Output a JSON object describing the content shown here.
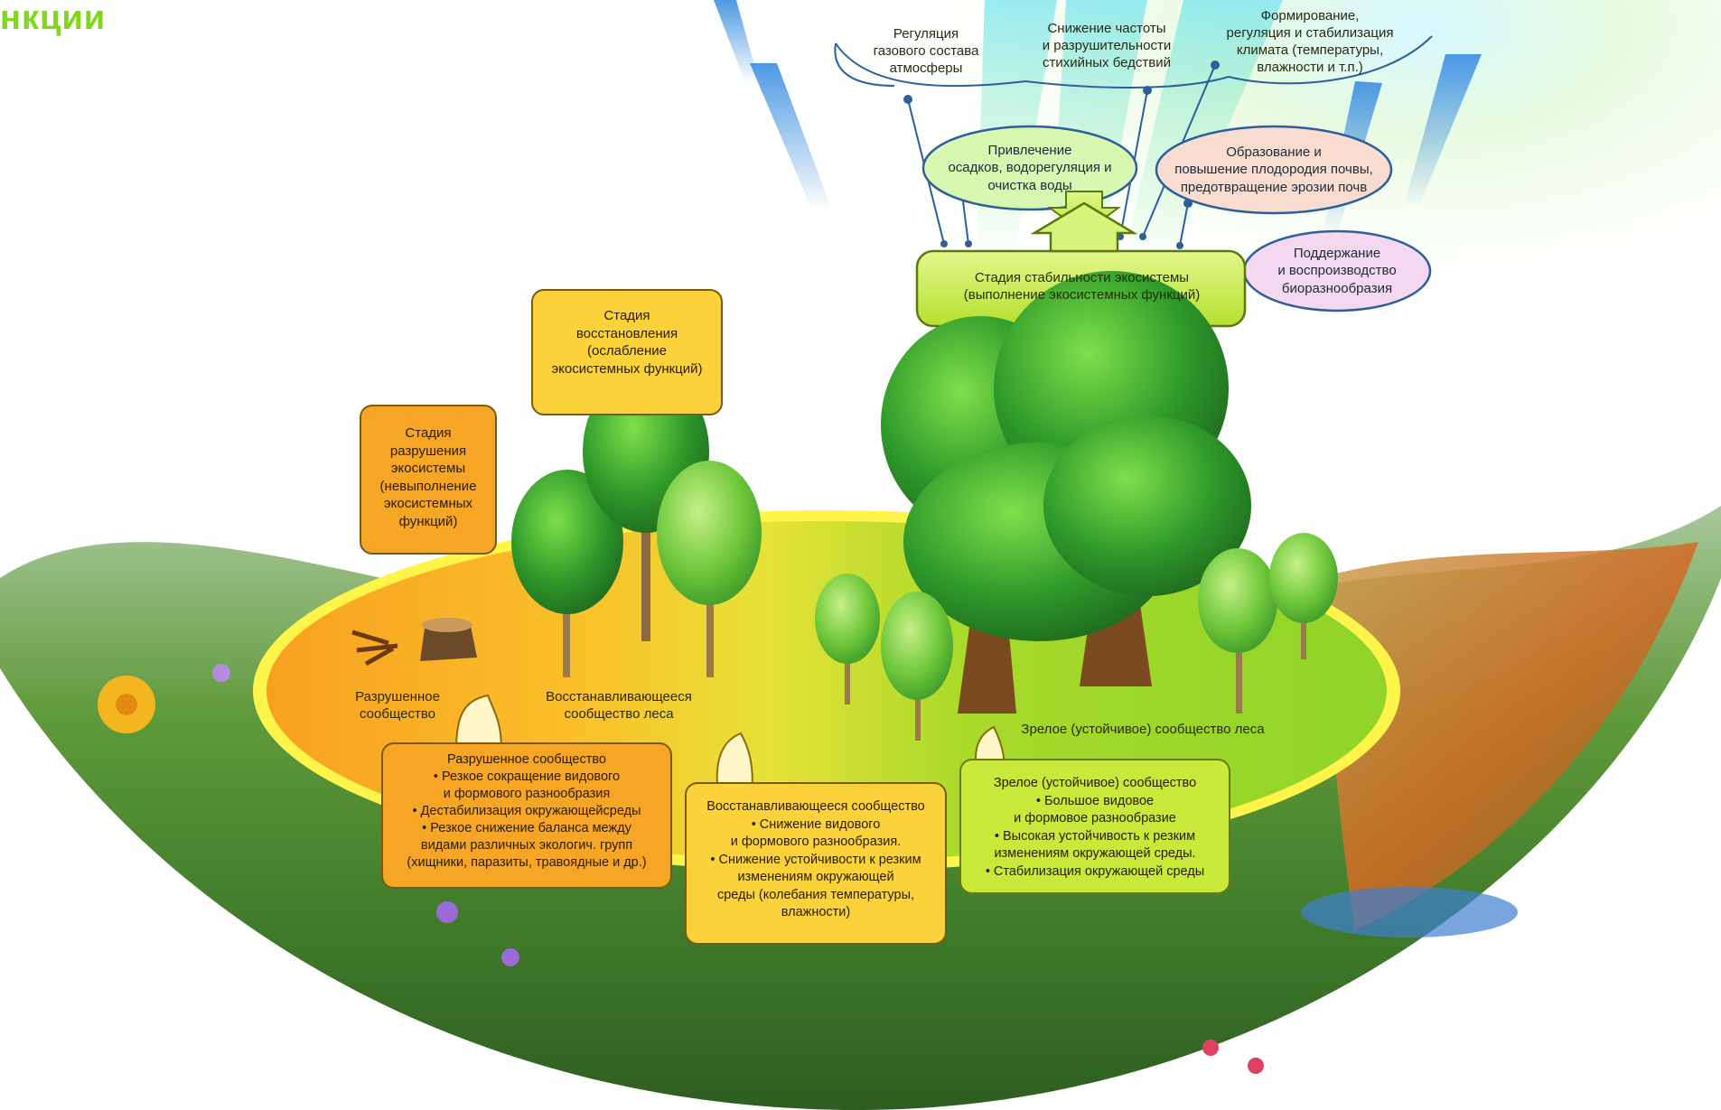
{
  "title_fragment": "нкции",
  "colors": {
    "destroyed_fill": "#f7a525",
    "recovering_fill": "#fbd23a",
    "mature_fill": "#c8e83a",
    "ellipse_yellow": "#fff34a",
    "ellipse_green": "#8fd82a",
    "function_line": "#2d5f9a",
    "stability_box": "#c6ec4a"
  },
  "stage_boxes": {
    "destruction": [
      "Стадия",
      "разрушения",
      "экосистемы",
      "(невыполнение",
      "экосистемных",
      "функций)"
    ],
    "recovery": [
      "Стадия",
      "восстановления",
      "(ослабление",
      "экосистемных функций)"
    ],
    "stability": [
      "Стадия стабильности экосистемы",
      "(выполнение экосистемных функций)"
    ]
  },
  "functions": {
    "gas": [
      "Регуляция",
      "газового состава",
      "атмосферы"
    ],
    "disasters": [
      "Снижение частоты",
      "и разрушительности",
      "стихийных бедствий"
    ],
    "climate": [
      "Формирование,",
      "регуляция и стабилизация",
      "климата (температуры,",
      "влажности и т.п.)"
    ],
    "water": [
      "Привлечение",
      "осадков, водорегуляция и",
      "очистка воды"
    ],
    "soil": [
      "Образование и",
      "повышение плодородия почвы,",
      "предотвращение эрозии почв"
    ],
    "biodiversity": [
      "Поддержание",
      "и воспроизводство",
      "биоразнообразия"
    ]
  },
  "community_labels": {
    "destroyed": [
      "Разрушенное",
      "сообщество"
    ],
    "recovering": [
      "Восстанавливающееся",
      "сообщество леса"
    ],
    "mature": [
      "Зрелое (устойчивое) сообщество леса"
    ]
  },
  "info_boxes": {
    "destroyed": [
      "Разрушенное сообщество",
      "• Резкое сокращение видового",
      "и формового разнообразия",
      "• Дестабилизация окружающейсреды",
      "• Резкое снижение баланса между",
      "видами различных экологич. групп",
      "(хищники, паразиты, травоядные и др.)"
    ],
    "recovering": [
      "Восстанавливающееся сообщество",
      "• Снижение видового",
      "и формового разнообразия.",
      "• Снижение устойчивости к резким",
      "изменениям окружающей",
      "среды (колебания температуры,",
      "влажности)"
    ],
    "mature": [
      "Зрелое (устойчивое) сообщество",
      "• Большое видовое",
      "и формовое разнообразие",
      "• Высокая устойчивость к резким",
      "изменениям окружающей среды.",
      "• Стабилизация окружающей среды"
    ]
  }
}
